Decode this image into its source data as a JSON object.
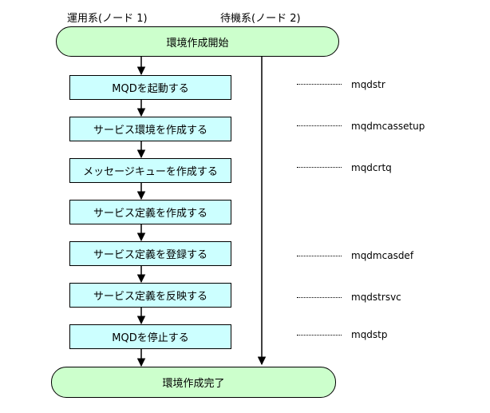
{
  "columns": {
    "active": "運用系(ノード 1)",
    "standby": "待機系(ノード 2)"
  },
  "start": "環境作成開始",
  "end": "環境作成完了",
  "steps": [
    {
      "label": "MQDを起動する",
      "command": "mqdstr"
    },
    {
      "label": "サービス環境を作成する",
      "command": "mqdmcassetup"
    },
    {
      "label": "メッセージキューを作成する",
      "command": "mqdcrtq"
    },
    {
      "label": "サービス定義を作成する",
      "command": ""
    },
    {
      "label": "サービス定義を登録する",
      "command": "mqdmcasdef"
    },
    {
      "label": "サービス定義を反映する",
      "command": "mqdstrsvc"
    },
    {
      "label": "MQDを停止する",
      "command": "mqdstp"
    }
  ]
}
